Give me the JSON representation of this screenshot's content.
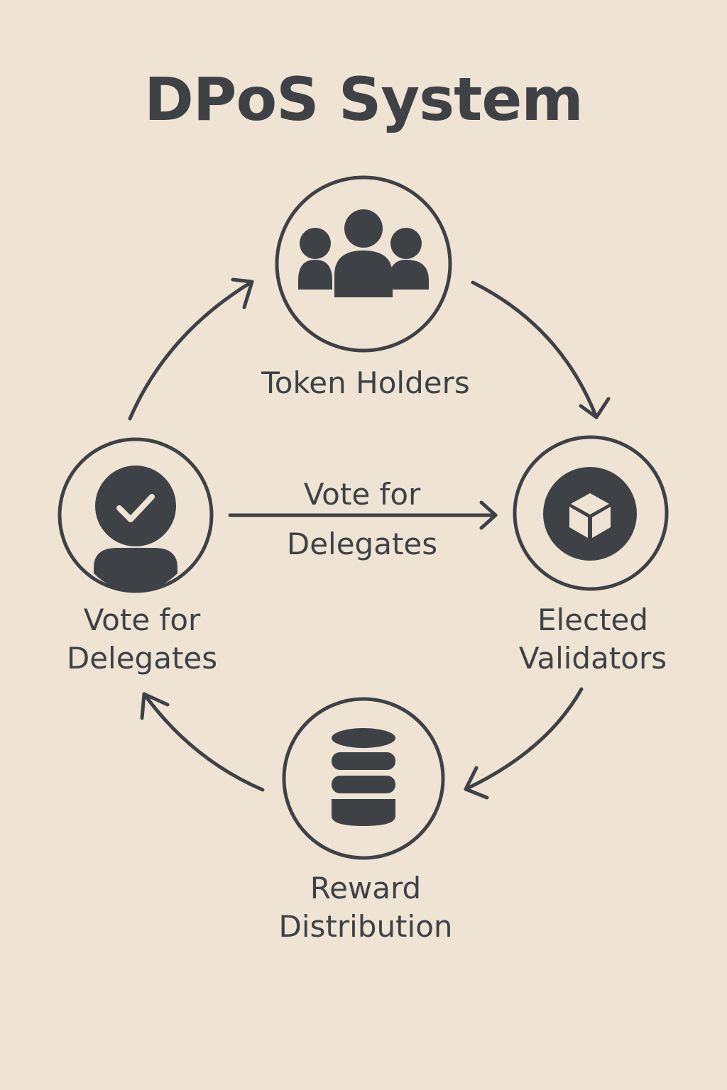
{
  "title": "DPoS System",
  "diagram": {
    "nodes": [
      {
        "id": "token-holders",
        "label": [
          "Token Holders"
        ],
        "icon": "users-group-icon"
      },
      {
        "id": "elected-validators",
        "label": [
          "Elected",
          "Validators"
        ],
        "icon": "cube-icon"
      },
      {
        "id": "reward-distribution",
        "label": [
          "Reward",
          "Distribution"
        ],
        "icon": "database-stack-icon"
      },
      {
        "id": "vote-for-delegates",
        "label": [
          "Vote for",
          "Delegates"
        ],
        "icon": "user-check-icon"
      }
    ],
    "edges": [
      {
        "from": "token-holders",
        "to": "elected-validators",
        "label": []
      },
      {
        "from": "elected-validators",
        "to": "reward-distribution",
        "label": []
      },
      {
        "from": "reward-distribution",
        "to": "vote-for-delegates",
        "label": []
      },
      {
        "from": "vote-for-delegates",
        "to": "token-holders",
        "label": []
      },
      {
        "from": "vote-for-delegates",
        "to": "elected-validators",
        "label": [
          "Vote for",
          "Delegates"
        ]
      }
    ]
  },
  "colors": {
    "background": "#efe4d4",
    "ink": "#3e4247"
  }
}
